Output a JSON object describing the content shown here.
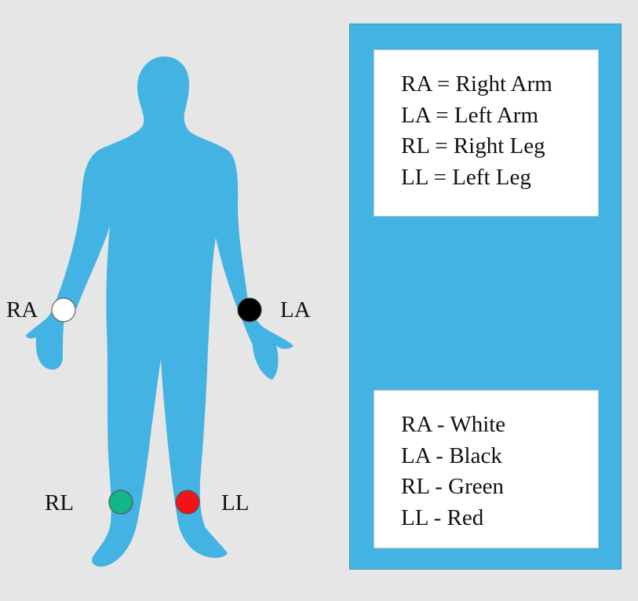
{
  "body_color": "#42b3e2",
  "electrodes": [
    {
      "id": "RA",
      "label": "RA",
      "color": "#ffffff"
    },
    {
      "id": "LA",
      "label": "LA",
      "color": "#000000"
    },
    {
      "id": "RL",
      "label": "RL",
      "color": "#10b889"
    },
    {
      "id": "LL",
      "label": "LL",
      "color": "#f0141a"
    }
  ],
  "legend": {
    "abbreviations": [
      "RA = Right Arm",
      "LA = Left Arm",
      "RL = Right Leg",
      "LL = Left Leg"
    ],
    "colors": [
      "RA - White",
      "LA - Black",
      "RL - Green",
      "LL - Red"
    ]
  }
}
